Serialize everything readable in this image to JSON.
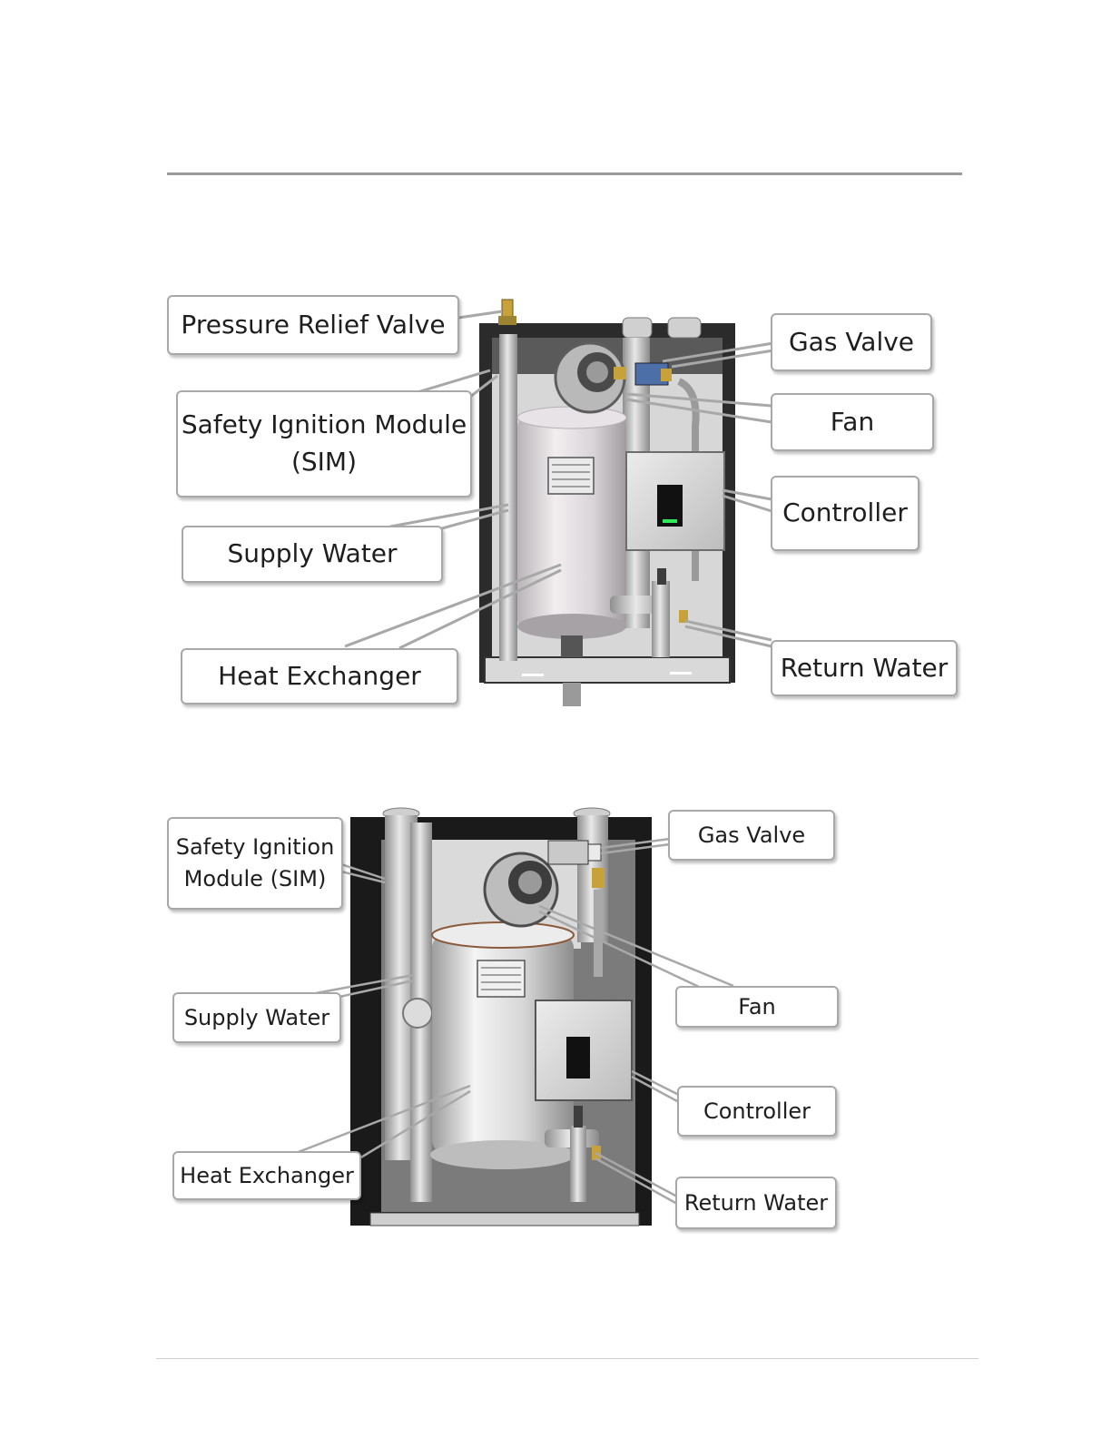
{
  "diagram_top": {
    "labels": {
      "pressure_relief_valve": "Pressure Relief Valve",
      "safety_ignition_module": "Safety Ignition Module\n(SIM)",
      "supply_water": "Supply Water",
      "heat_exchanger": "Heat Exchanger",
      "gas_valve": "Gas Valve",
      "fan": "Fan",
      "controller": "Controller",
      "return_water": "Return Water"
    }
  },
  "diagram_bottom": {
    "labels": {
      "safety_ignition_module": "Safety Ignition\nModule (SIM)",
      "supply_water": "Supply Water",
      "heat_exchanger": "Heat Exchanger",
      "gas_valve": "Gas Valve",
      "fan": "Fan",
      "controller": "Controller",
      "return_water": "Return Water"
    }
  },
  "colors": {
    "cabinet": "#2b2b2b",
    "tank": "#d8d8dc",
    "leader_line": "#a8a8a8",
    "display_screen": "#111111",
    "display_led": "#2ee85a"
  }
}
